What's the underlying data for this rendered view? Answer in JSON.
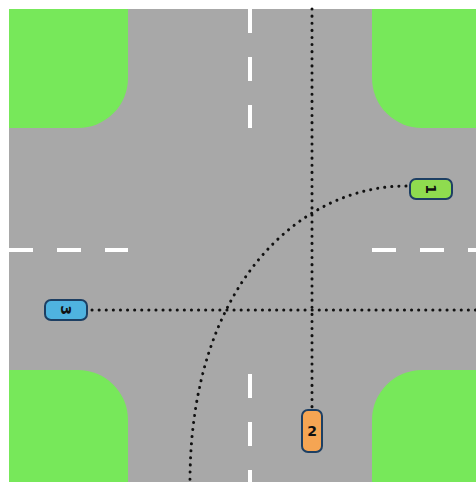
{
  "diagram": {
    "nodes": [
      {
        "text": [
          "1"
        ]
      },
      {
        "text": [
          "3"
        ]
      },
      {
        "text": [
          "2"
        ]
      }
    ]
  }
}
